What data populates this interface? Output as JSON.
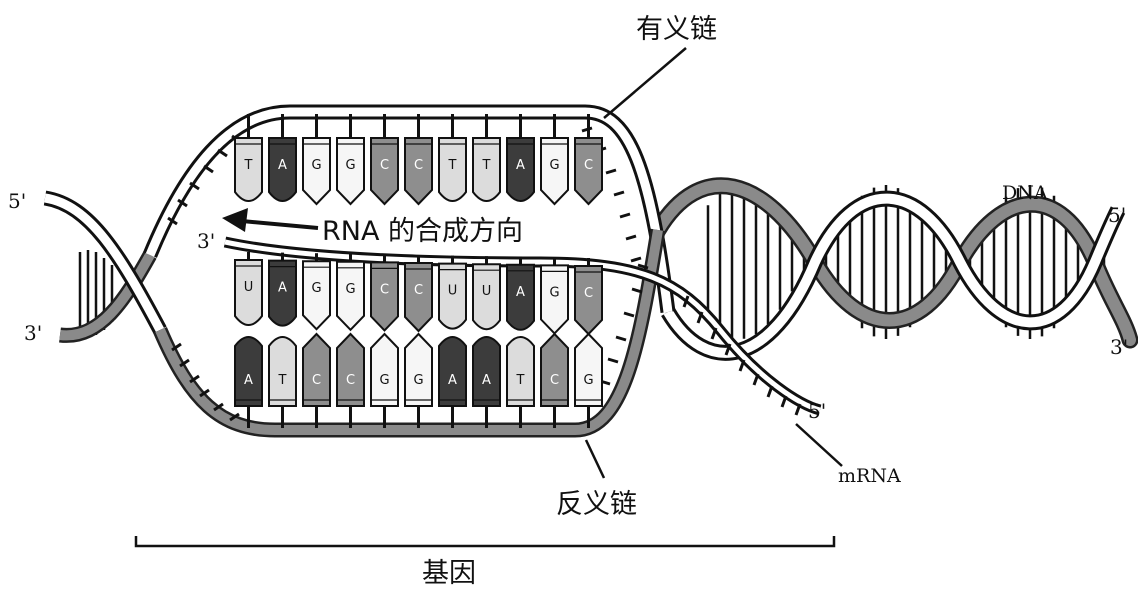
{
  "labels": {
    "sense_strand": "有义链",
    "antisense_strand": "反义链",
    "gene": "基因",
    "dna": "DNA",
    "mrna": "mRNA",
    "direction": "RNA 的合成方向",
    "left_top_end": "5'",
    "left_bottom_end": "3'",
    "right_top_end": "5'",
    "right_bottom_end": "3'",
    "rna_start": "3'",
    "rna_end": "5'"
  },
  "strands": {
    "sense": [
      "T",
      "A",
      "G",
      "G",
      "C",
      "C",
      "T",
      "T",
      "A",
      "G",
      "C"
    ],
    "rna": [
      "U",
      "A",
      "G",
      "G",
      "C",
      "C",
      "U",
      "U",
      "A",
      "G",
      "C"
    ],
    "antisense": [
      "A",
      "T",
      "C",
      "C",
      "G",
      "G",
      "A",
      "A",
      "T",
      "C",
      "G"
    ]
  },
  "base_colors": {
    "A": "#3c3c3c",
    "T": "#dcdcdc",
    "U": "#dcdcdc",
    "G": "#f6f6f6",
    "C": "#8e8e8e"
  }
}
